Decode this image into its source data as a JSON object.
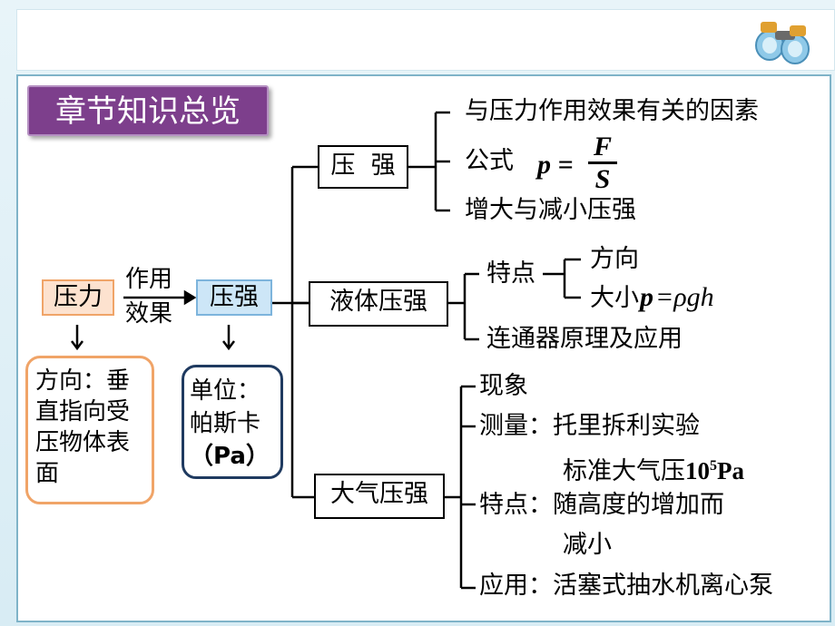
{
  "title": "章节知识总览",
  "left": {
    "force_label": "压力",
    "arrow_text_1": "作用",
    "arrow_text_2": "效果",
    "pressure_label": "压强",
    "force_direction": [
      "方向：垂",
      "直指向受",
      "压物体表",
      "面"
    ],
    "unit": [
      "单位：",
      "帕斯卡",
      "（Pa）"
    ]
  },
  "solid": {
    "label": "压  强",
    "factor": "与压力作用效果有关的因素",
    "formula_label": "公式",
    "formula_lhs": "p =",
    "formula_num": "F",
    "formula_den": "S",
    "change": "增大与减小压强"
  },
  "liquid": {
    "label": "液体压强",
    "feature": "特点",
    "direction": "方向",
    "size_label": "大小",
    "size_formula_p": "p",
    "size_formula_rest": "=ρgh",
    "connector": "连通器原理及应用"
  },
  "atmosphere": {
    "label": "大气压强",
    "phenomenon": "现象",
    "measure": "测量：托里拆利实验",
    "standard_prefix": "标准大气压",
    "standard_value": "10",
    "standard_exp": "5",
    "standard_unit": "Pa",
    "feature_1": "特点：随高度的增加而",
    "feature_2": "减小",
    "application": "应用：活塞式抽水机离心泵"
  },
  "colors": {
    "title_bg": "#7d3f8c",
    "orange_fill": "#fde2cf",
    "orange_border": "#f0a468",
    "blue_fill": "#cde6f7",
    "blue_border": "#7db4dc",
    "navy_border": "#1f3a60",
    "panel_border": "#7fb3c8"
  },
  "icons": [
    "binoculars-icon"
  ]
}
